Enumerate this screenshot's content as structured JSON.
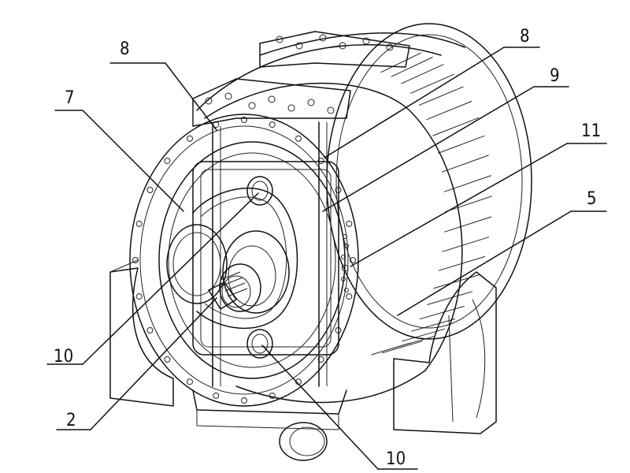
{
  "figure": {
    "labels": [
      {
        "id": "lbl-8-left",
        "text": "8"
      },
      {
        "id": "lbl-8-right",
        "text": "8"
      },
      {
        "id": "lbl-9",
        "text": "9"
      },
      {
        "id": "lbl-7",
        "text": "7"
      },
      {
        "id": "lbl-11",
        "text": "11"
      },
      {
        "id": "lbl-5",
        "text": "5"
      },
      {
        "id": "lbl-10-left",
        "text": "10"
      },
      {
        "id": "lbl-2",
        "text": "2"
      },
      {
        "id": "lbl-10-bottom",
        "text": "10"
      }
    ]
  }
}
